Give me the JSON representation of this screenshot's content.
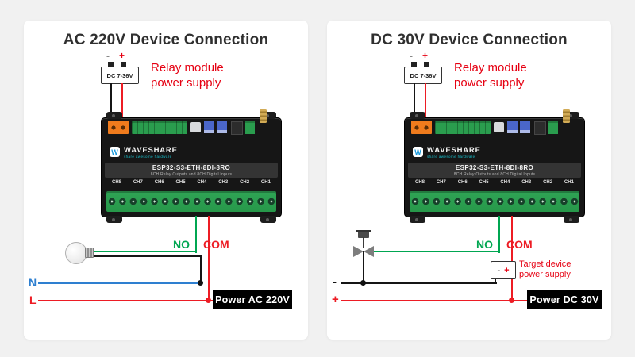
{
  "theme": {
    "background": "#f1f1f1",
    "card": "#ffffff",
    "accent_red": "#e60012",
    "wire_red": "#ed1c24",
    "wire_green": "#00a651",
    "wire_blue": "#2e7fd0",
    "wire_black": "#151515",
    "module_body": "#161616",
    "terminal_green": "#2a9d4e",
    "terminal_orange": "#ef7b1d",
    "antenna_gold": "#c8a24a"
  },
  "module": {
    "brand": "WAVESHARE",
    "tagline": "share awesome hardware",
    "model": "ESP32-S3-ETH-8DI-8RO",
    "subtitle": "8CH Relay Outputs and 8CH Digital Inputs",
    "channels": [
      "CH8",
      "CH7",
      "CH6",
      "CH5",
      "CH4",
      "CH3",
      "CH2",
      "CH1"
    ]
  },
  "psu": {
    "label": "DC 7-36V",
    "minus": "-",
    "plus": "+"
  },
  "left": {
    "title": "AC 220V Device Connection",
    "annotation_line1": "Relay module",
    "annotation_line2": "power supply",
    "no": "NO",
    "com": "COM",
    "n": "N",
    "l": "L",
    "power": "Power AC 220V"
  },
  "right": {
    "title": "DC 30V Device Connection",
    "annotation_line1": "Relay module",
    "annotation_line2": "power supply",
    "no": "NO",
    "com": "COM",
    "minus": "-",
    "plus": "+",
    "target_minus": "-",
    "target_plus": "+",
    "target_line1": "Target device",
    "target_line2": "power supply",
    "power": "Power DC 30V"
  }
}
